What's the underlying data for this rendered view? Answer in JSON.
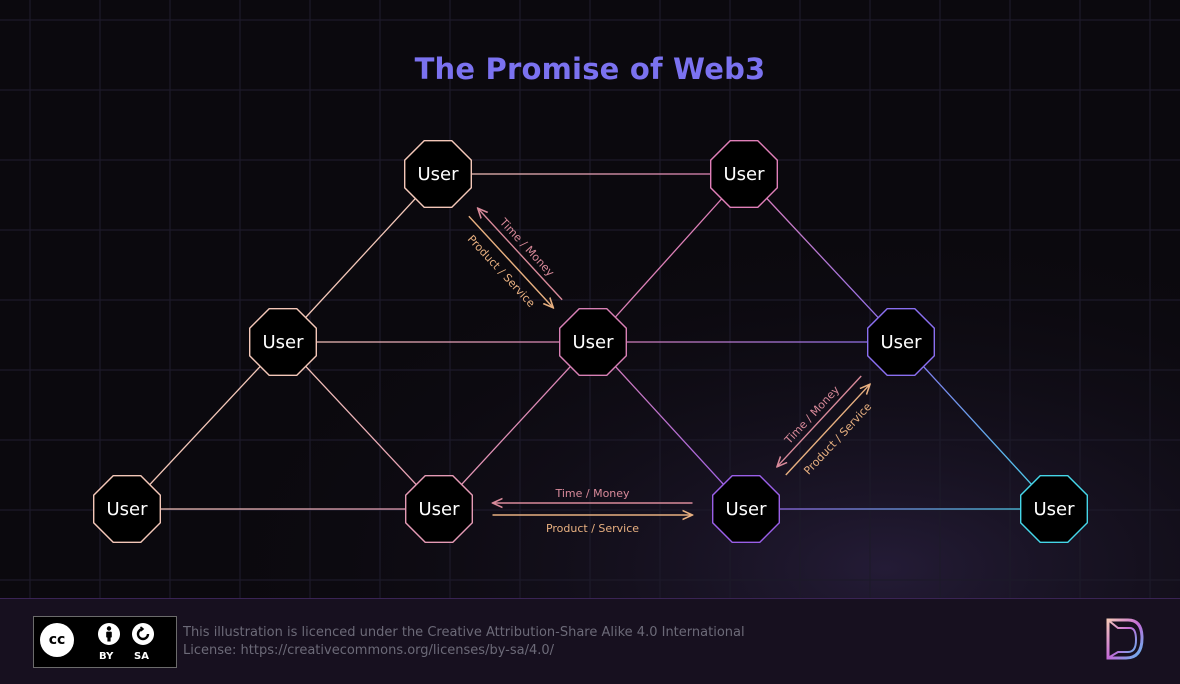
{
  "title": "The Promise of Web3",
  "nodes": [
    {
      "id": "top-left",
      "label": "User",
      "color": "#f4c7b8"
    },
    {
      "id": "top-right",
      "label": "User",
      "color": "#e07fb8"
    },
    {
      "id": "mid-left",
      "label": "User",
      "color": "#f4c7b8"
    },
    {
      "id": "mid-center",
      "label": "User",
      "color": "#d880b5"
    },
    {
      "id": "mid-right",
      "label": "User",
      "color": "#8a6ff0"
    },
    {
      "id": "bottom-left",
      "label": "User",
      "color": "#f4c7b8"
    },
    {
      "id": "bottom-center-left",
      "label": "User",
      "color": "#e59ab5"
    },
    {
      "id": "bottom-center-right",
      "label": "User",
      "color": "#9a5fe8"
    },
    {
      "id": "bottom-right",
      "label": "User",
      "color": "#45d6e8"
    }
  ],
  "edges": [
    [
      "top-left",
      "top-right"
    ],
    [
      "top-left",
      "mid-left"
    ],
    [
      "top-right",
      "mid-center"
    ],
    [
      "top-right",
      "mid-right"
    ],
    [
      "mid-left",
      "mid-center"
    ],
    [
      "mid-center",
      "mid-right"
    ],
    [
      "mid-left",
      "bottom-left"
    ],
    [
      "mid-left",
      "bottom-center-left"
    ],
    [
      "mid-center",
      "bottom-center-left"
    ],
    [
      "mid-center",
      "bottom-center-right"
    ],
    [
      "mid-right",
      "bottom-right"
    ],
    [
      "bottom-left",
      "bottom-center-left"
    ],
    [
      "bottom-center-right",
      "bottom-right"
    ]
  ],
  "exchanges": [
    {
      "id": "diagonal-top",
      "from": "top-left",
      "to": "mid-center",
      "money_label": "Time / Money",
      "service_label": "Product / Service"
    },
    {
      "id": "horizontal-bottom",
      "from": "bottom-center-left",
      "to": "bottom-center-right",
      "money_label": "Time / Money",
      "service_label": "Product / Service"
    },
    {
      "id": "diagonal-right",
      "from": "bottom-center-right",
      "to": "mid-right",
      "money_label": "Time / Money",
      "service_label": "Product / Service"
    }
  ],
  "colors": {
    "title": "#7b72f0",
    "money_arrow": "#d98a9a",
    "service_arrow": "#e8b080",
    "grid": "#1d1a2a"
  },
  "footer": {
    "cc": "cc",
    "by": "BY",
    "sa": "SA",
    "license_line1": "This illustration is licenced under the Creative Attribution-Share Alike 4.0 International",
    "license_line2": "License: https://creativecommons.org/licenses/by-sa/4.0/"
  }
}
